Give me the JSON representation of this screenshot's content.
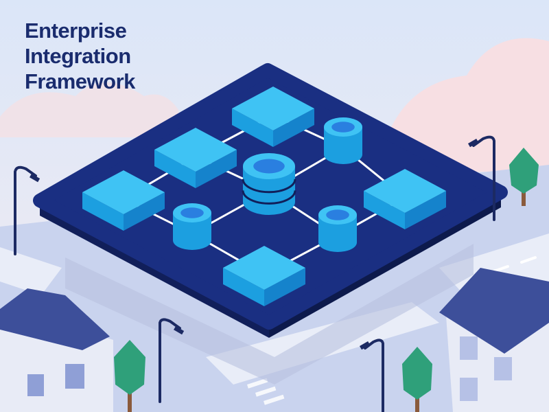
{
  "title": {
    "lines": [
      "Enterprise",
      "Integration",
      "Framework"
    ]
  },
  "colors": {
    "sky_top": "#dbe6f8",
    "sky_bottom": "#f3ecf1",
    "cloud": "#f7dfe3",
    "ground": "#c9d3ee",
    "road": "#e9edf8",
    "platform_top": "#1a2f82",
    "platform_side": "#111f5a",
    "block_top": "#3fc3f4",
    "block_left": "#1c9fe0",
    "block_right": "#1583cc",
    "cylinder_top": "#2a7fe0",
    "connector": "#ffffff",
    "title_text": "#1a2c6e",
    "building_wall": "#e8ebf6",
    "building_roof": "#3d4f9a",
    "tree_leaf": "#2fa07a",
    "tree_trunk": "#8a5a3c",
    "lamp": "#1c2a63"
  },
  "scene": {
    "nodes": [
      {
        "id": "block-top",
        "kind": "block"
      },
      {
        "id": "block-upper-left",
        "kind": "block"
      },
      {
        "id": "block-left",
        "kind": "block"
      },
      {
        "id": "block-right",
        "kind": "block"
      },
      {
        "id": "block-bottom",
        "kind": "block"
      },
      {
        "id": "database-center",
        "kind": "database"
      },
      {
        "id": "cylinder-upper-right",
        "kind": "cylinder"
      },
      {
        "id": "cylinder-lower-left",
        "kind": "cylinder"
      },
      {
        "id": "cylinder-lower-right",
        "kind": "cylinder"
      }
    ],
    "connections": [
      [
        "block-top",
        "block-upper-left"
      ],
      [
        "block-top",
        "cylinder-upper-right"
      ],
      [
        "block-upper-left",
        "block-left"
      ],
      [
        "block-upper-left",
        "database-center"
      ],
      [
        "cylinder-upper-right",
        "database-center"
      ],
      [
        "cylinder-upper-right",
        "block-right"
      ],
      [
        "block-left",
        "cylinder-lower-left"
      ],
      [
        "database-center",
        "cylinder-lower-left"
      ],
      [
        "database-center",
        "cylinder-lower-right"
      ],
      [
        "block-right",
        "cylinder-lower-right"
      ],
      [
        "cylinder-lower-left",
        "block-bottom"
      ],
      [
        "cylinder-lower-right",
        "block-bottom"
      ]
    ]
  }
}
